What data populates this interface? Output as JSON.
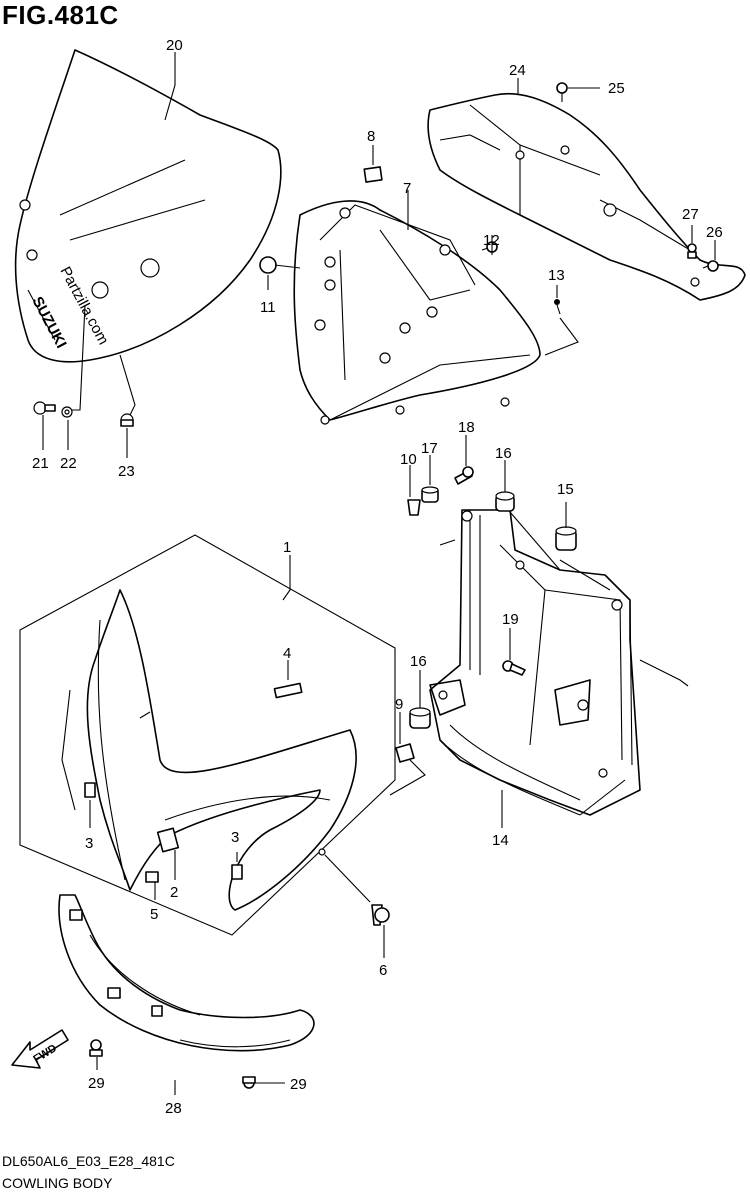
{
  "figure": {
    "title": "FIG.481C",
    "code": "DL650AL6_E03_E28_481C",
    "name": "COWLING BODY",
    "fwd_label": "FWD",
    "watermark": "Partzilla.com",
    "brand_mark": "SUZUKI"
  },
  "callouts": {
    "c1": "1",
    "c2": "2",
    "c3a": "3",
    "c3b": "3",
    "c4": "4",
    "c5": "5",
    "c6": "6",
    "c7": "7",
    "c8": "8",
    "c9": "9",
    "c10": "10",
    "c11": "11",
    "c12": "12",
    "c13": "13",
    "c14": "14",
    "c15": "15",
    "c16a": "16",
    "c16b": "16",
    "c17": "17",
    "c18": "18",
    "c19": "19",
    "c20": "20",
    "c21": "21",
    "c22": "22",
    "c23": "23",
    "c24": "24",
    "c25": "25",
    "c26": "26",
    "c27": "27",
    "c28": "28",
    "c29a": "29",
    "c29b": "29"
  }
}
